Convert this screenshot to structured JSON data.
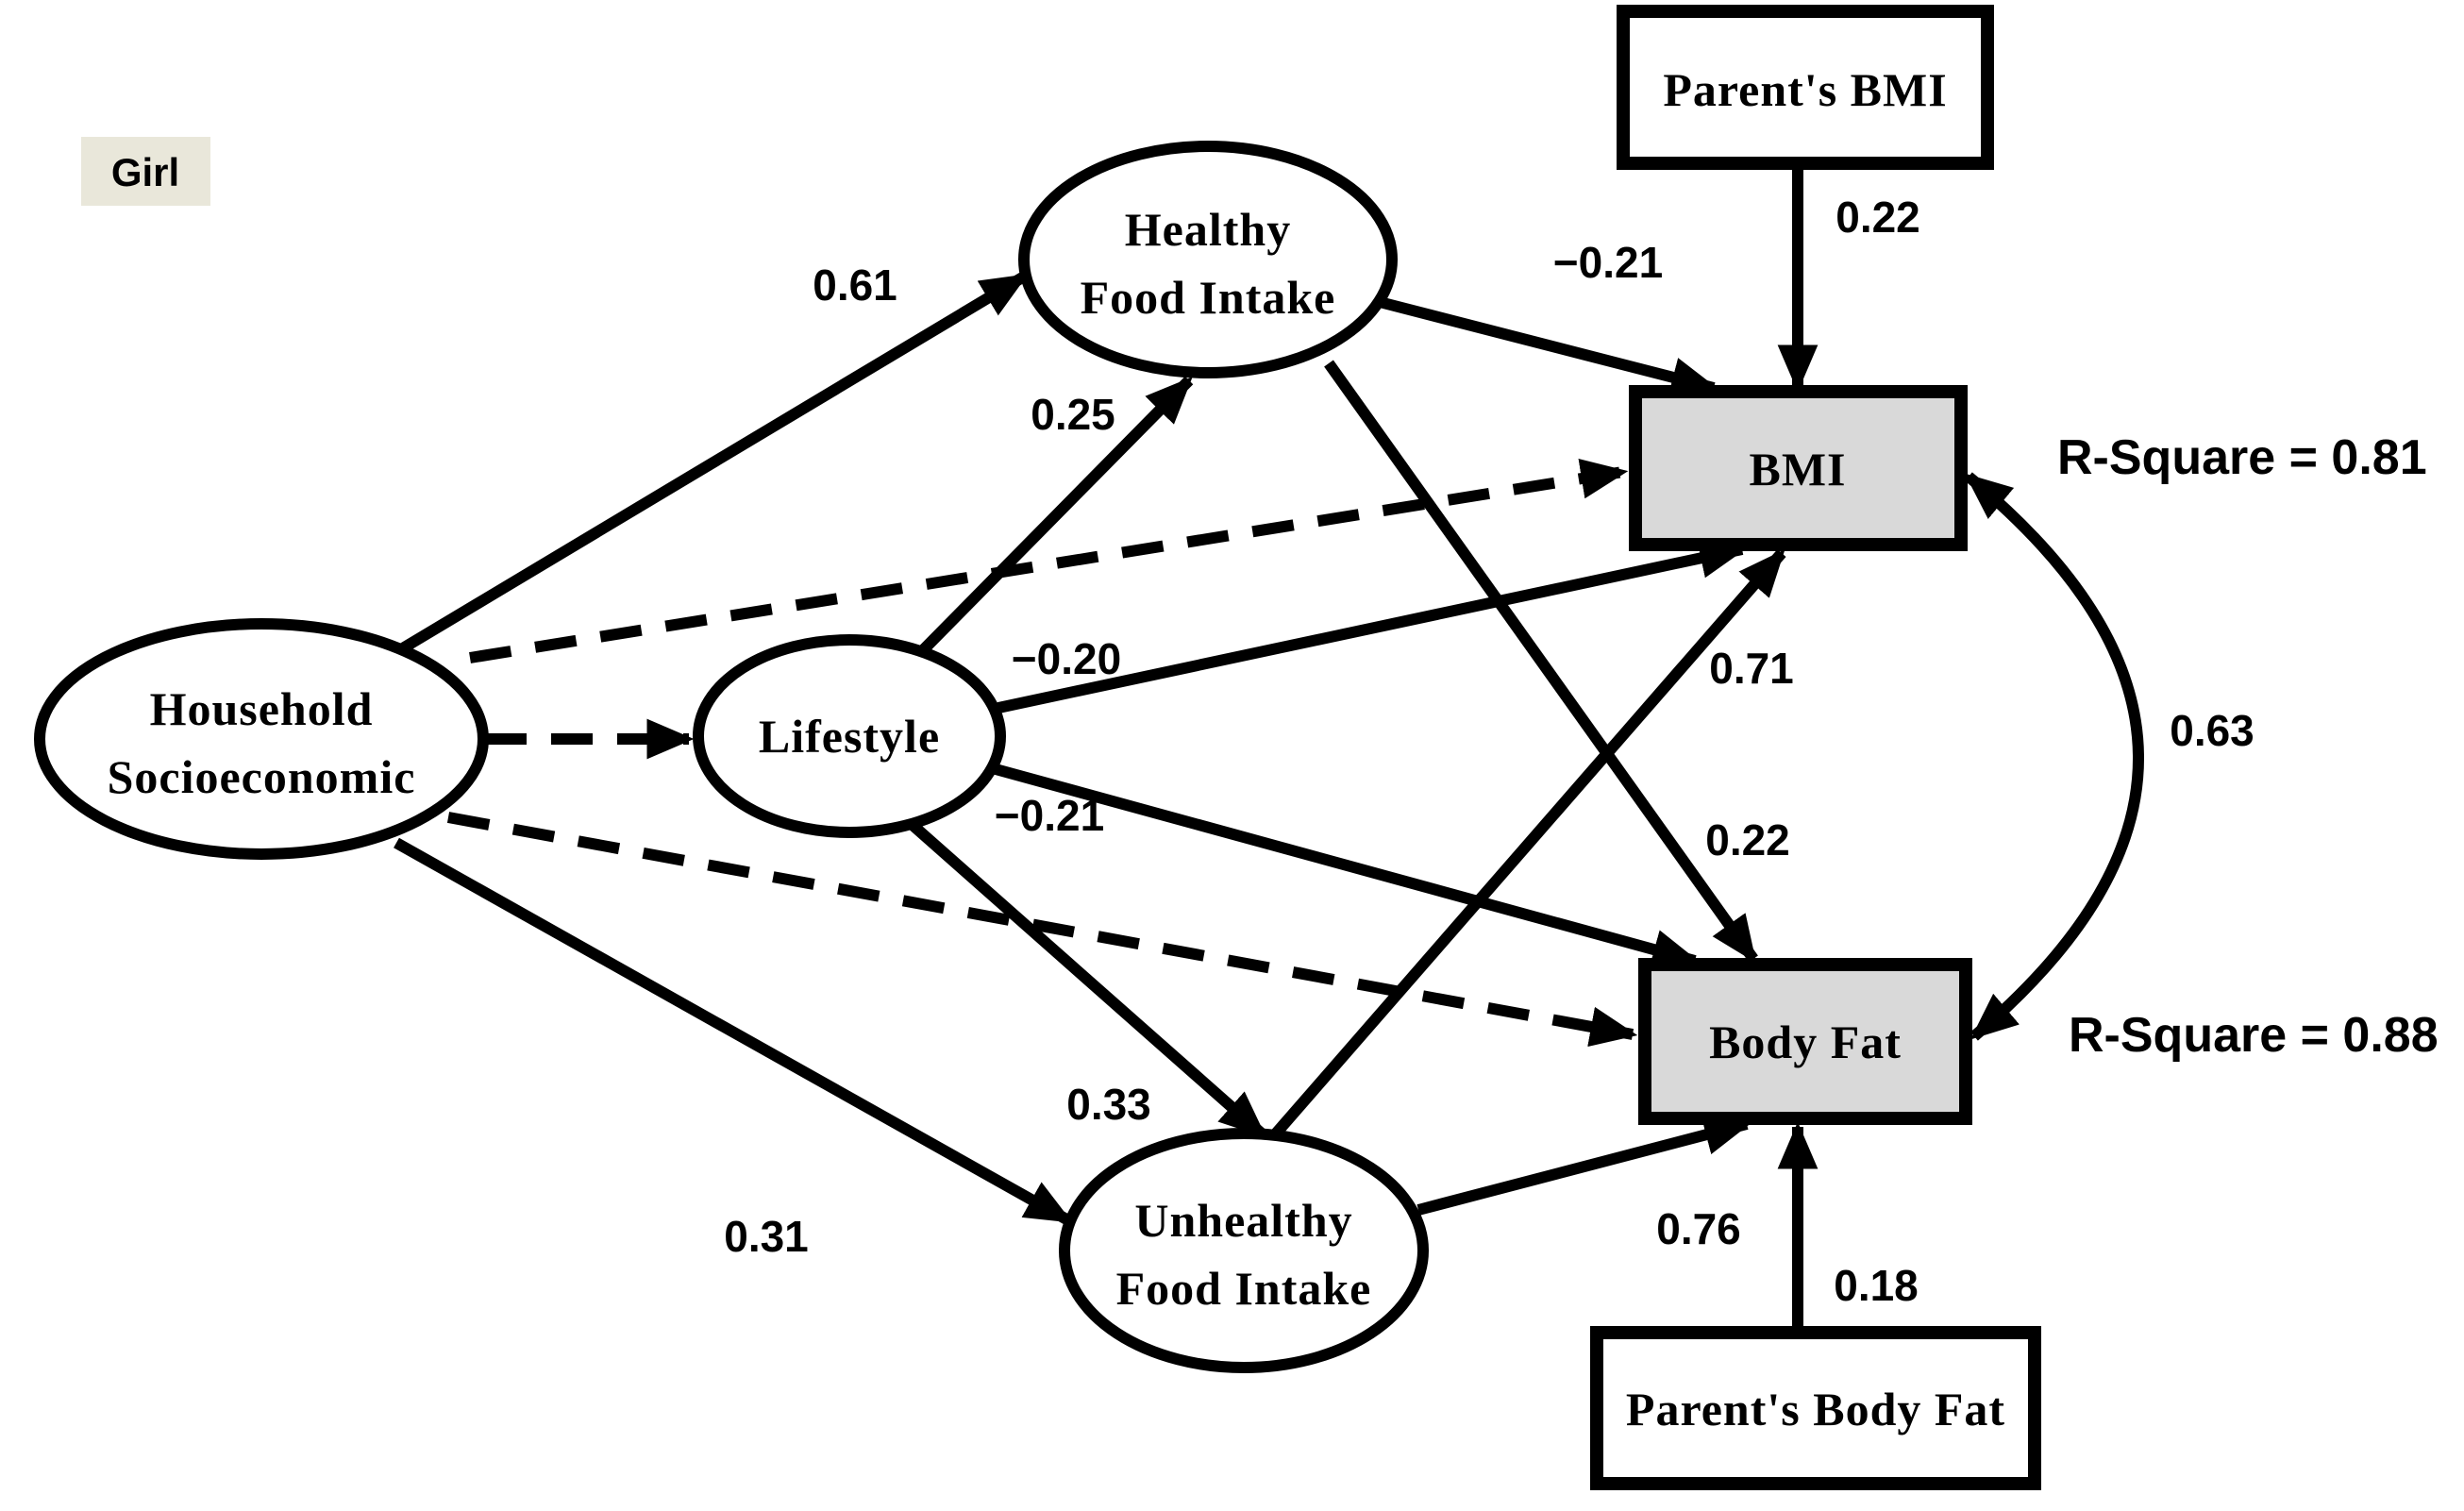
{
  "diagram": {
    "group_label": "Girl",
    "type": "structural-equation-model-path-diagram",
    "nodes": {
      "household": {
        "label_line1": "Household",
        "label_line2": "Socioeconomic",
        "shape": "ellipse"
      },
      "lifestyle": {
        "label": "Lifestyle",
        "shape": "ellipse"
      },
      "healthy": {
        "label_line1": "Healthy",
        "label_line2": "Food Intake",
        "shape": "ellipse"
      },
      "unhealthy": {
        "label_line1": "Unhealthy",
        "label_line2": "Food Intake",
        "shape": "ellipse"
      },
      "parent_bmi": {
        "label": "Parent's BMI",
        "shape": "rect",
        "fill": "white"
      },
      "bmi": {
        "label": "BMI",
        "shape": "rect",
        "fill": "gray",
        "r_square": "R-Square = 0.81"
      },
      "body_fat": {
        "label": "Body Fat",
        "shape": "rect",
        "fill": "gray",
        "r_square": "R-Square = 0.88"
      },
      "parent_body_fat": {
        "label": "Parent's Body Fat",
        "shape": "rect",
        "fill": "white"
      }
    },
    "paths": [
      {
        "from": "Household Socioeconomic",
        "to": "Healthy Food Intake",
        "value": "0.61",
        "style": "solid"
      },
      {
        "from": "Household Socioeconomic",
        "to": "Unhealthy Food Intake",
        "value": "0.31",
        "style": "solid"
      },
      {
        "from": "Household Socioeconomic",
        "to": "Lifestyle",
        "value": "",
        "style": "dashed"
      },
      {
        "from": "Household Socioeconomic",
        "to": "BMI",
        "value": "",
        "style": "dashed"
      },
      {
        "from": "Household Socioeconomic",
        "to": "Body Fat",
        "value": "",
        "style": "dashed"
      },
      {
        "from": "Lifestyle",
        "to": "Healthy Food Intake",
        "value": "0.25",
        "style": "solid"
      },
      {
        "from": "Lifestyle",
        "to": "Unhealthy Food Intake",
        "value": "0.33",
        "style": "solid"
      },
      {
        "from": "Lifestyle",
        "to": "BMI",
        "value": "−0.20",
        "style": "solid"
      },
      {
        "from": "Lifestyle",
        "to": "Body Fat",
        "value": "−0.21",
        "style": "solid"
      },
      {
        "from": "Healthy Food Intake",
        "to": "BMI",
        "value": "−0.21",
        "style": "solid"
      },
      {
        "from": "Healthy Food Intake",
        "to": "Body Fat",
        "value": "0.22",
        "style": "solid"
      },
      {
        "from": "Unhealthy Food Intake",
        "to": "BMI",
        "value": "0.71",
        "style": "solid"
      },
      {
        "from": "Unhealthy Food Intake",
        "to": "Body Fat",
        "value": "0.76",
        "style": "solid"
      },
      {
        "from": "Parent's BMI",
        "to": "BMI",
        "value": "0.22",
        "style": "solid"
      },
      {
        "from": "Parent's Body Fat",
        "to": "Body Fat",
        "value": "0.18",
        "style": "solid"
      },
      {
        "from": "BMI",
        "to": "Body Fat",
        "value": "0.63",
        "style": "curved-bidirectional"
      }
    ],
    "colors": {
      "ink": "#000000",
      "node_fill": "#d9d9d9",
      "girl_bg": "#e9e7da",
      "background": "#ffffff"
    }
  }
}
